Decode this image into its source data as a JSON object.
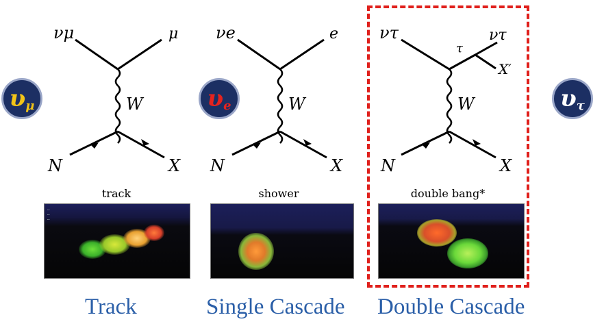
{
  "badges": {
    "numu": {
      "symbol": "υ",
      "sub": "μ",
      "symbol_color": "#f2c418",
      "sub_color": "#f2c418",
      "bg": "#1c2f63"
    },
    "nue": {
      "symbol": "υ",
      "sub": "e",
      "symbol_color": "#e5231e",
      "sub_color": "#e5231e",
      "bg": "#1c2f63"
    },
    "nutau": {
      "symbol": "υ",
      "sub": "τ",
      "symbol_color": "#ffffff",
      "sub_color": "#ffffff",
      "bg": "#1c2f63"
    }
  },
  "diagrams": {
    "numu": {
      "in_label": "νμ",
      "out_label": "μ",
      "boson": "W",
      "nucleon": "N",
      "hadron": "X",
      "caption": "track"
    },
    "nue": {
      "in_label": "νe",
      "out_label": "e",
      "boson": "W",
      "nucleon": "N",
      "hadron": "X",
      "caption": "shower"
    },
    "nutau": {
      "in_label": "ντ",
      "tau_label": "τ",
      "out_label": "ντ",
      "xprime_label": "X′",
      "boson": "W",
      "nucleon": "N",
      "hadron": "X",
      "caption": "double bang*"
    }
  },
  "event_overlay_lines": [
    "…",
    "…",
    "…"
  ],
  "captions": {
    "track": "Track",
    "single": "Single Cascade",
    "double": "Double Cascade"
  },
  "colors": {
    "caption": "#2b5fa8",
    "highlight_box": "#e0201c",
    "badge_border": "#9aa6c8"
  }
}
